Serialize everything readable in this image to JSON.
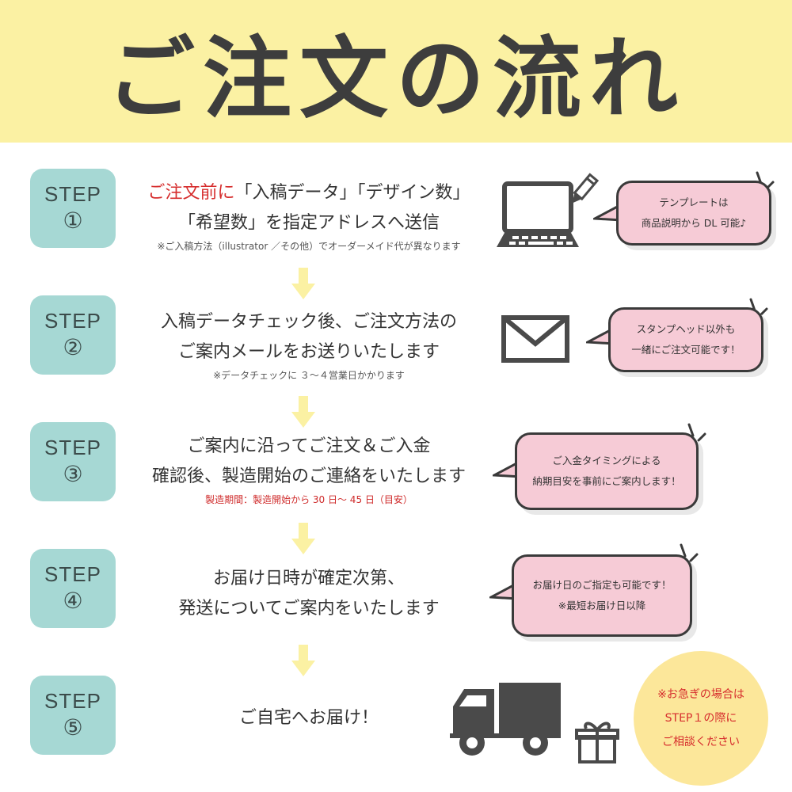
{
  "header": {
    "title": "ご注文の流れ"
  },
  "steps": [
    {
      "label": "STEP",
      "number": "①",
      "line1_red": "ご注文前に",
      "line1_rest": "「入稿データ」「デザイン数」",
      "line2": "「希望数」を指定アドレスへ送信",
      "note": "※ご入稿方法（illustrator ／その他）でオーダーメイド代が異なります",
      "bubble": [
        "テンプレートは",
        "商品説明から DL 可能♪"
      ],
      "icon": "laptop-icon"
    },
    {
      "label": "STEP",
      "number": "②",
      "line1": "入稿データチェック後、ご注文方法の",
      "line2": "ご案内メールをお送りいたします",
      "note": "※データチェックに ３～４営業日かかります",
      "bubble": [
        "スタンプヘッド以外も",
        "一緒にご注文可能です！"
      ],
      "icon": "envelope-icon"
    },
    {
      "label": "STEP",
      "number": "③",
      "line1": "ご案内に沿ってご注文＆ご入金",
      "line2": "確認後、製造開始のご連絡をいたします",
      "note": "製造期間：製造開始から 30 日～ 45 日（目安）",
      "bubble": [
        "ご入金タイミングによる",
        "納期目安を事前にご案内します！"
      ]
    },
    {
      "label": "STEP",
      "number": "④",
      "line1": "お届け日時が確定次第、",
      "line2": "発送についてご案内をいたします",
      "bubble": [
        "お届け日のご指定も可能です！",
        "※最短お届け日以降"
      ]
    },
    {
      "label": "STEP",
      "number": "⑤",
      "line1": "ご自宅へお届け！",
      "icon": "truck-icon"
    }
  ],
  "urgent": [
    "※お急ぎの場合は",
    "STEP１の際に",
    "ご相談ください"
  ],
  "colors": {
    "header_bg": "#fbf1a3",
    "step_badge": "#a6d8d4",
    "bubble_bg": "#f6cbd6",
    "accent_red": "#d62d2d",
    "arrow_yellow": "#fbf1a3",
    "circle_bg": "#fce79a"
  }
}
